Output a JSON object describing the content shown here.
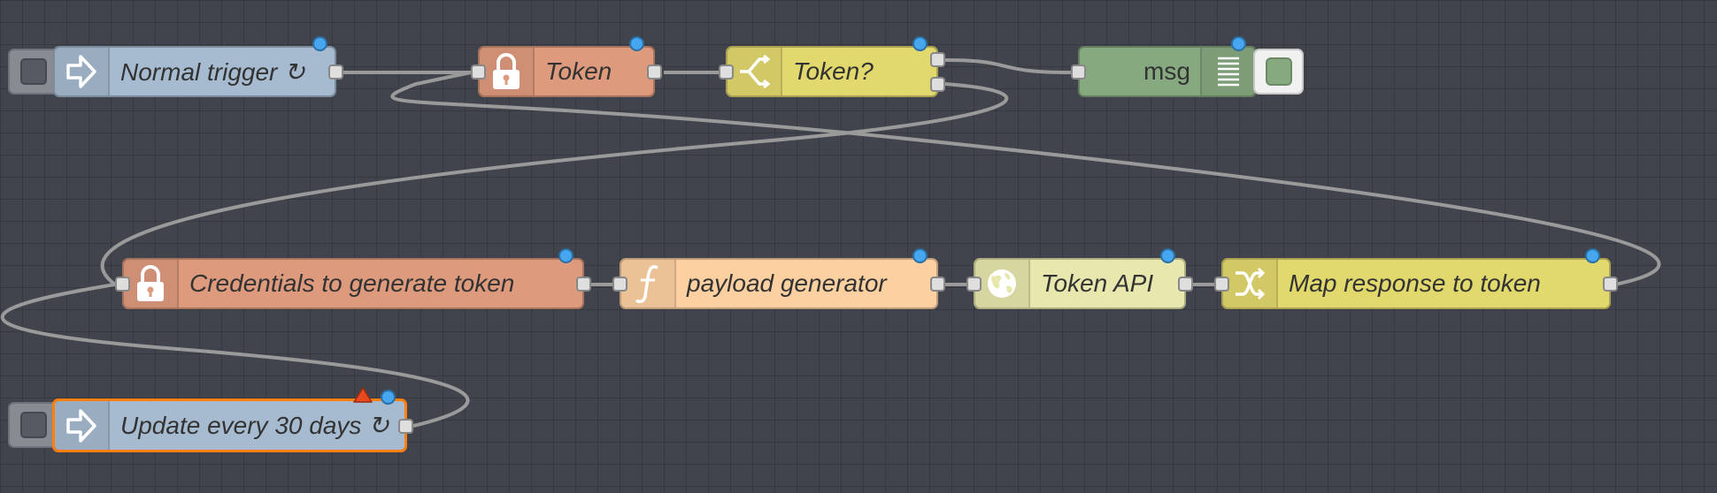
{
  "canvas": {
    "background": "#41444d",
    "wire_color": "#9a9a9a"
  },
  "nodes": {
    "normal_trigger": {
      "label": "Normal trigger ↻",
      "type": "inject",
      "icon": "arrow-right-icon",
      "color": "#a6bbcf"
    },
    "token": {
      "label": "Token",
      "type": "credentials",
      "icon": "lock-icon",
      "color": "#de9a7d"
    },
    "token_switch": {
      "label": "Token?",
      "type": "switch",
      "icon": "switch-icon",
      "color": "#e2d96e"
    },
    "msg": {
      "label": "msg",
      "type": "debug",
      "icon": "list-icon",
      "color": "#87a980"
    },
    "credentials": {
      "label": "Credentials to generate token",
      "type": "credentials",
      "icon": "lock-icon",
      "color": "#de9a7d"
    },
    "payload_generator": {
      "label": "payload generator",
      "type": "function",
      "icon": "function-icon",
      "color": "#fdd0a2"
    },
    "token_api": {
      "label": "Token API",
      "type": "http request",
      "icon": "globe-icon",
      "color": "#e7e7ae"
    },
    "map_response": {
      "label": "Map response to token",
      "type": "change",
      "icon": "shuffle-icon",
      "color": "#e2d96e"
    },
    "update_every": {
      "label": "Update every 30 days ↻",
      "type": "inject",
      "icon": "arrow-right-icon",
      "color": "#a6bbcf",
      "selected": true,
      "warning": true
    }
  },
  "colors": {
    "status_dot": "#46a6f0",
    "selected_border": "#ff7f0e",
    "warning": "#e8491e"
  }
}
